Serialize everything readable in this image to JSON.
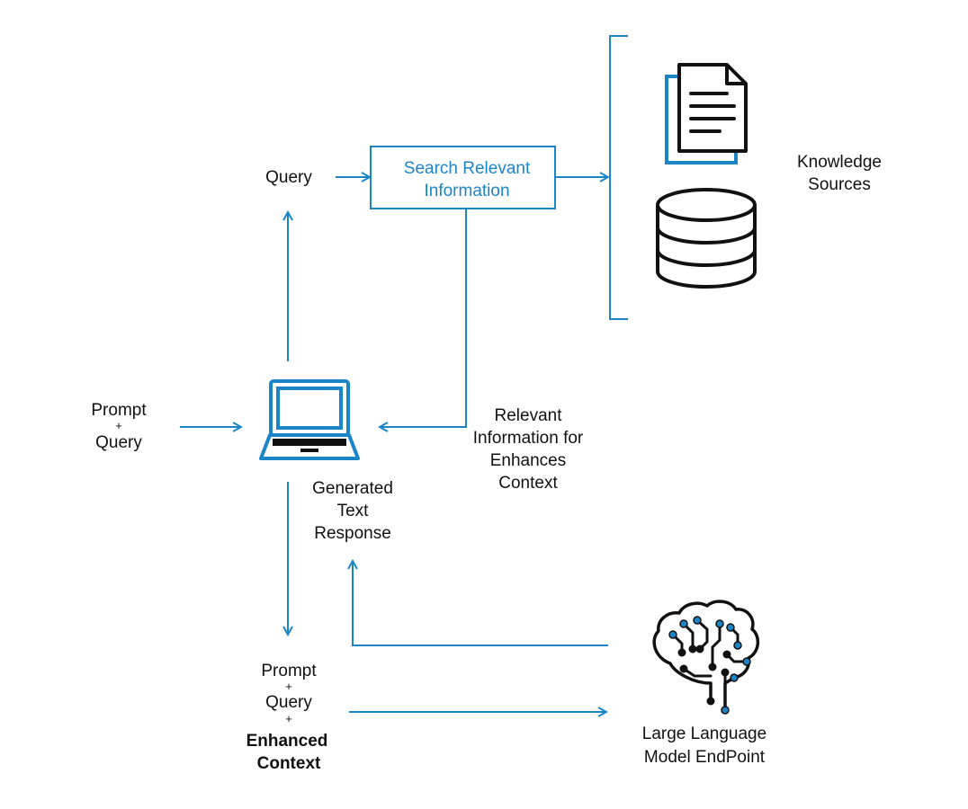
{
  "colors": {
    "accent": "#1a86c8",
    "ink": "#111111",
    "background": "#ffffff"
  },
  "labels": {
    "query": "Query",
    "search_box": [
      "Search Relevant",
      "Information"
    ],
    "knowledge_sources": [
      "Knowledge",
      "Sources"
    ],
    "prompt_query_in": {
      "line1": "Prompt",
      "plus": "+",
      "line2": "Query"
    },
    "relevant_info": [
      "Relevant",
      "Information for",
      "Enhances",
      "Context"
    ],
    "generated_response": [
      "Generated",
      "Text",
      "Response"
    ],
    "prompt_query_enhanced": {
      "line1": "Prompt",
      "plus1": "+",
      "line2": "Query",
      "plus2": "+",
      "bold1": "Enhanced",
      "bold2": "Context"
    },
    "llm": [
      "Large Language",
      "Model EndPoint"
    ]
  },
  "icons": {
    "laptop": "laptop-icon",
    "document": "document-icon",
    "database": "database-icon",
    "brain": "brain-circuit-icon"
  }
}
